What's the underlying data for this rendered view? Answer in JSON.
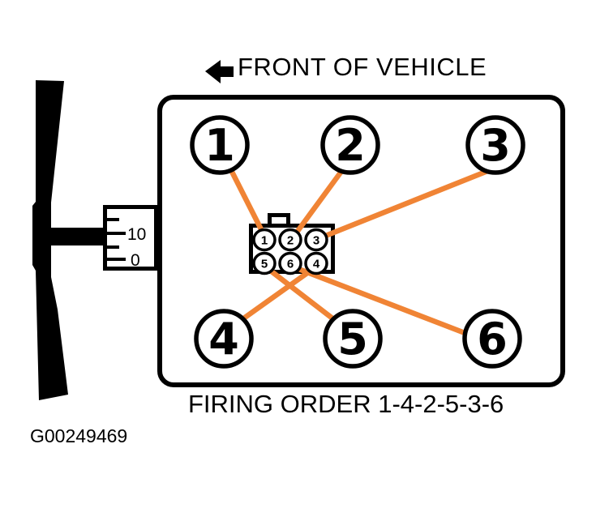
{
  "title": {
    "front_label": "FRONT OF VEHICLE"
  },
  "footer": {
    "firing_order_label": "FIRING ORDER 1-4-2-5-3-6"
  },
  "figure_id": "G00249469",
  "cylinders": [
    "1",
    "2",
    "3",
    "4",
    "5",
    "6"
  ],
  "connector": {
    "terminal_labels_top_row": [
      "1",
      "2",
      "3"
    ],
    "terminal_labels_bottom_row": [
      "5",
      "6",
      "4"
    ]
  },
  "timing_scale": {
    "upper": "10",
    "lower": "0"
  },
  "diagram": {
    "firing_order": "1-4-2-5-3-6",
    "wire_color": "#F08435",
    "ink_color": "#000000",
    "background_color": "#FFFFFF",
    "connections": [
      {
        "cylinder": "1",
        "coil_terminal": "1"
      },
      {
        "cylinder": "2",
        "coil_terminal": "2"
      },
      {
        "cylinder": "3",
        "coil_terminal": "3"
      },
      {
        "cylinder": "4",
        "coil_terminal": "4"
      },
      {
        "cylinder": "5",
        "coil_terminal": "5"
      },
      {
        "cylinder": "6",
        "coil_terminal": "6"
      }
    ]
  }
}
